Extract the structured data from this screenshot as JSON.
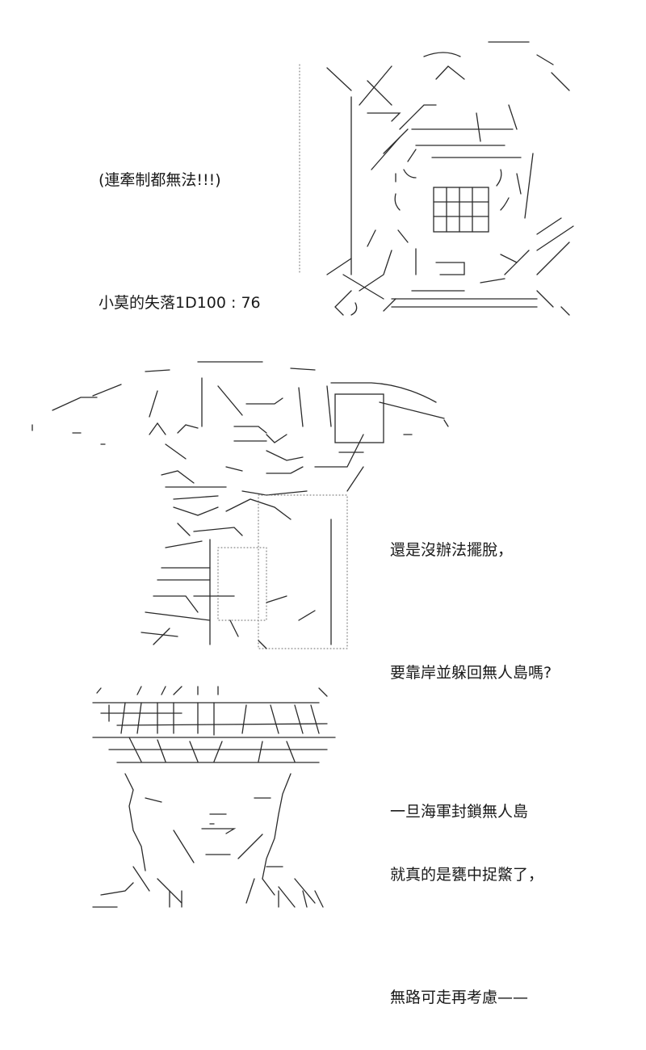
{
  "panel_1": {
    "caption_lines": [
      "(連牽制都無法!!!)",
      "小莫的失落1D100 : 76"
    ]
  },
  "panel_2": {
    "caption_lines": [
      "還是沒辦法擺脫，",
      "要靠岸並躲回無人島嗎?"
    ]
  },
  "panel_3": {
    "caption_lines": [
      "一旦海軍封鎖無人島",
      "就真的是甕中捉鱉了，",
      "無路可走再考慮——"
    ]
  }
}
